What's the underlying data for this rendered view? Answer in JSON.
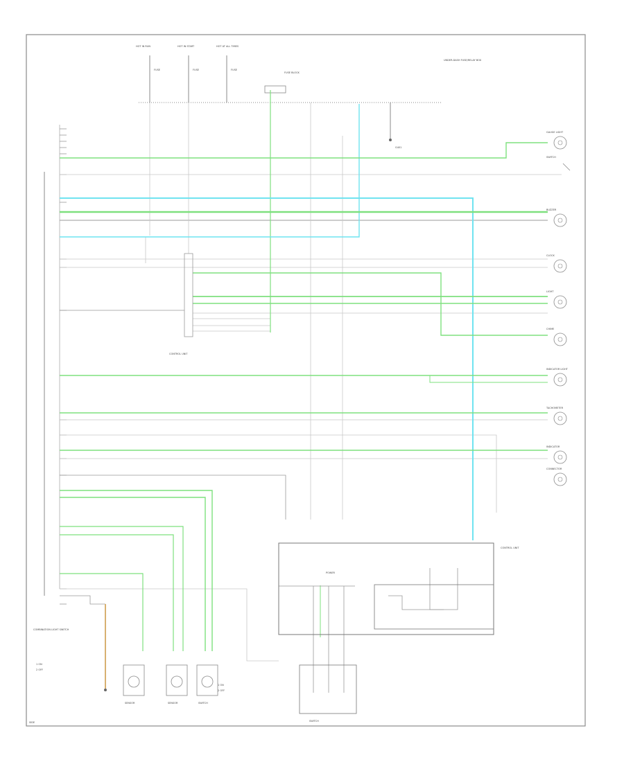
{
  "diagram": {
    "colors": {
      "border": "#777777",
      "wire": "#999999",
      "wire_light": "#c8c8c8",
      "green": "#7ee07e",
      "cyan": "#6fe3f0",
      "tan": "#d8b070"
    },
    "top_labels": [
      "HOT IN RUN",
      "HOT IN START",
      "HOT AT ALL TIMES"
    ],
    "fuse_labels": [
      "FUSE",
      "FUSE",
      "FUSE"
    ],
    "fuse_block_label": "FUSE BLOCK",
    "upper_right_label": "UNDER-DASH FUSE/RELAY BOX",
    "ground_label": "G401",
    "right_components": [
      {
        "name": "GAUGE LIGHT",
        "type": "lamp"
      },
      {
        "name": "SWITCH",
        "type": "switch"
      },
      {
        "name": "BUZZER",
        "type": "lamp"
      },
      {
        "name": "CLOCK",
        "type": "lamp"
      },
      {
        "name": "LIGHT",
        "type": "lamp"
      },
      {
        "name": "CHIME",
        "type": "lamp"
      },
      {
        "name": "INDICATOR LIGHT",
        "type": "lamp"
      },
      {
        "name": "TACHOMETER",
        "type": "lamp"
      },
      {
        "name": "INDICATOR",
        "type": "lamp"
      },
      {
        "name": "CONNECTOR",
        "type": "lamp"
      }
    ],
    "mid_module_label": "CONTROL UNIT",
    "bottom_left_label": "COMBINATION LIGHT SWITCH",
    "bottom_left_notes": [
      "1 ON",
      "2 OFF"
    ],
    "bottom_sensors": [
      "SENSOR",
      "SENSOR",
      "SWITCH"
    ],
    "bottom_sensor_notes": [
      "1 ON",
      "2 OFF"
    ],
    "control_unit_label": "CONTROL UNIT",
    "control_unit_inner_label": "POWER",
    "bottom_switch_label": "SWITCH",
    "footer_code": "SIDE"
  }
}
